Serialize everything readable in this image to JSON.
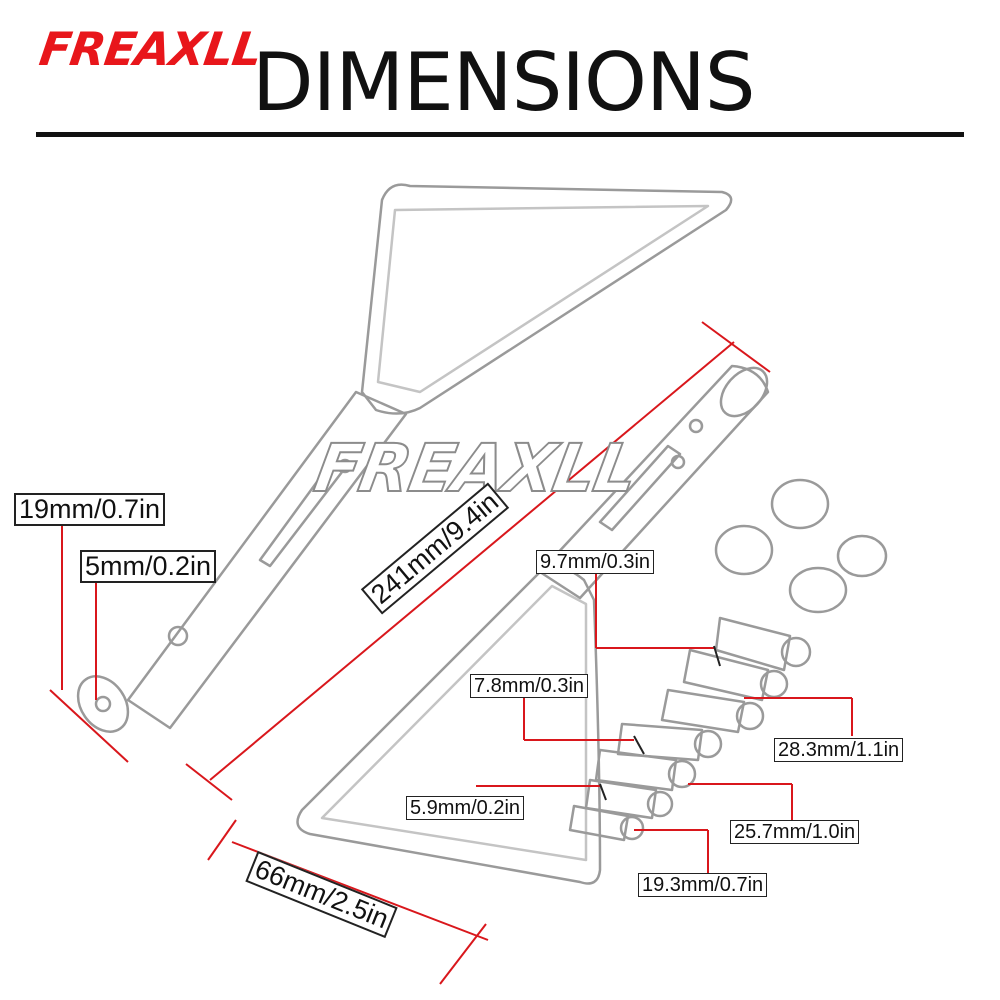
{
  "brand": {
    "logo_text": "FREAXLL",
    "watermark_text": "FREAXLL"
  },
  "header": {
    "title": "DIMENSIONS"
  },
  "dimensions": {
    "total_length": "241mm/9.4in",
    "mirror_width": "66mm/2.5in",
    "arm_diameter": "19mm/0.7in",
    "hole_diameter": "5mm/0.2in"
  },
  "bolts": {
    "bolt_1": "9.7mm/0.3in",
    "bolt_2": "7.8mm/0.3in",
    "bolt_3": "5.9mm/0.2in",
    "bolt_4": "28.3mm/1.1in",
    "bolt_5": "25.7mm/1.0in",
    "bolt_6": "19.3mm/0.7in"
  },
  "colors": {
    "brand_red": "#e8161b",
    "dimension_line_red": "#d9171c",
    "outline_grey": "#9a9a9a"
  }
}
